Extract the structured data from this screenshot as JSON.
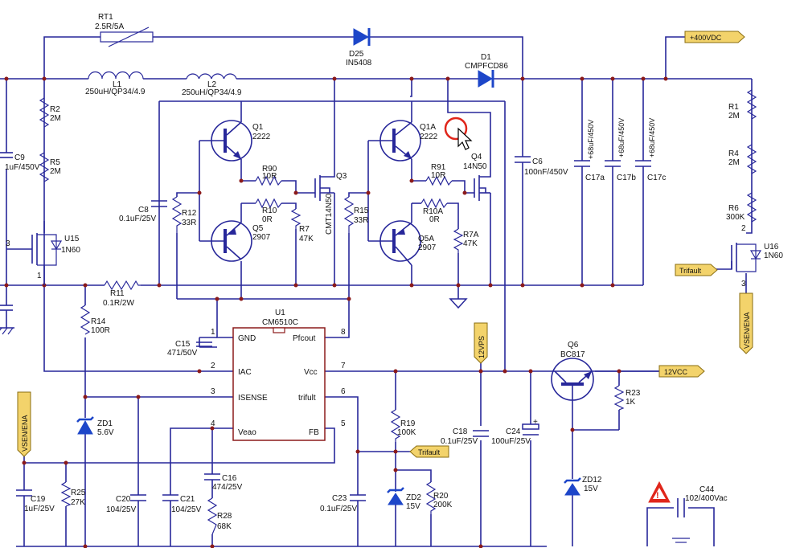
{
  "schematic": {
    "ic": {
      "ref": "U1",
      "part": "CM6510C",
      "pins": [
        {
          "num": "1",
          "name": "GND"
        },
        {
          "num": "2",
          "name": "IAC"
        },
        {
          "num": "3",
          "name": "ISENSE"
        },
        {
          "num": "4",
          "name": "Veao"
        },
        {
          "num": "8",
          "name": "Pfcout"
        },
        {
          "num": "7",
          "name": "Vcc"
        },
        {
          "num": "6",
          "name": "trifult"
        },
        {
          "num": "5",
          "name": "FB"
        }
      ]
    },
    "ports": {
      "v400": "+400VDC",
      "v12": "12VCC",
      "v12ps": "12VPS",
      "trifault_left": "Trifault",
      "trifault_bottom": "Trifault",
      "vsen_right": "VSEN/ENA",
      "vsen_left": "VSEN/ENA"
    },
    "components": {
      "rt1": {
        "ref": "RT1",
        "val": "2.5R/5A"
      },
      "d25": {
        "ref": "D25",
        "val": "IN5408"
      },
      "d1": {
        "ref": "D1",
        "val": "CMPFCD86"
      },
      "l1": {
        "ref": "L1",
        "val": "250uH/QP34/4.9"
      },
      "l2": {
        "ref": "L2",
        "val": "250uH/QP34/4.9"
      },
      "r2": {
        "ref": "R2",
        "val": "2M"
      },
      "r5": {
        "ref": "R5",
        "val": "2M"
      },
      "c9": {
        "ref": "C9",
        "val": "1uF/450V"
      },
      "u15": {
        "ref": "U15",
        "val": "1N60"
      },
      "c8": {
        "ref": "C8",
        "val": "0.1uF/25V"
      },
      "q1": {
        "ref": "Q1",
        "val": "2222"
      },
      "r90": {
        "ref": "R90",
        "val": "10R"
      },
      "r12": {
        "ref": "R12",
        "val": "33R"
      },
      "r10": {
        "ref": "R10",
        "val": "0R"
      },
      "q5": {
        "ref": "Q5",
        "val": "2907"
      },
      "r7": {
        "ref": "R7",
        "val": "47K"
      },
      "q3": {
        "ref": "Q3",
        "val": "CMT14N50"
      },
      "r15": {
        "ref": "R15",
        "val": "33R"
      },
      "q1a": {
        "ref": "Q1A",
        "val": "2222"
      },
      "r91": {
        "ref": "R91",
        "val": "10R"
      },
      "r10a": {
        "ref": "R10A",
        "val": "0R"
      },
      "q5a": {
        "ref": "Q5A",
        "val": "2907"
      },
      "r7a": {
        "ref": "R7A",
        "val": "47K"
      },
      "q4": {
        "ref": "Q4",
        "val": "14N50"
      },
      "c6": {
        "ref": "C6",
        "val": "100nF/450V"
      },
      "c17a": {
        "ref": "C17a",
        "val": "+68uF/450V"
      },
      "c17b": {
        "ref": "C17b",
        "val": "+68uF/450V"
      },
      "c17c": {
        "ref": "C17c",
        "val": "+68uF/450V"
      },
      "r1": {
        "ref": "R1",
        "val": "2M"
      },
      "r4": {
        "ref": "R4",
        "val": "2M"
      },
      "r6": {
        "ref": "R6",
        "val": "300K"
      },
      "u16": {
        "ref": "U16",
        "val": "1N60"
      },
      "r11": {
        "ref": "R11",
        "val": "0.1R/2W"
      },
      "r14": {
        "ref": "R14",
        "val": "100R"
      },
      "c15": {
        "ref": "C15",
        "val": "471/50V"
      },
      "zd1": {
        "ref": "ZD1",
        "val": "5.6V"
      },
      "c19": {
        "ref": "C19",
        "val": "1uF/25V"
      },
      "r25": {
        "ref": "R25",
        "val": "27K"
      },
      "c20": {
        "ref": "C20",
        "val": "104/25V"
      },
      "c21": {
        "ref": "C21",
        "val": "104/25V"
      },
      "c16": {
        "ref": "C16",
        "val": "474/25V"
      },
      "r28": {
        "ref": "R28",
        "val": "68K"
      },
      "c23": {
        "ref": "C23",
        "val": "0.1uF/25V"
      },
      "r19": {
        "ref": "R19",
        "val": "100K"
      },
      "zd2": {
        "ref": "ZD2",
        "val": "15V"
      },
      "r20": {
        "ref": "R20",
        "val": "200K"
      },
      "c18": {
        "ref": "C18",
        "val": "0.1uF/25V"
      },
      "c24": {
        "ref": "C24",
        "val": "100uF/25V"
      },
      "q6": {
        "ref": "Q6",
        "val": "BC817"
      },
      "r23": {
        "ref": "R23",
        "val": "1K"
      },
      "zd12": {
        "ref": "ZD12",
        "val": "15V"
      },
      "c44": {
        "ref": "C44",
        "val": "102/400Vac"
      }
    },
    "misc": {
      "pin_u15_3": "3",
      "pin_u15_1": "1",
      "pin_u16_2": "2",
      "pin_u16_3": "3",
      "plus": "+",
      "warning_symbol": "!"
    }
  }
}
